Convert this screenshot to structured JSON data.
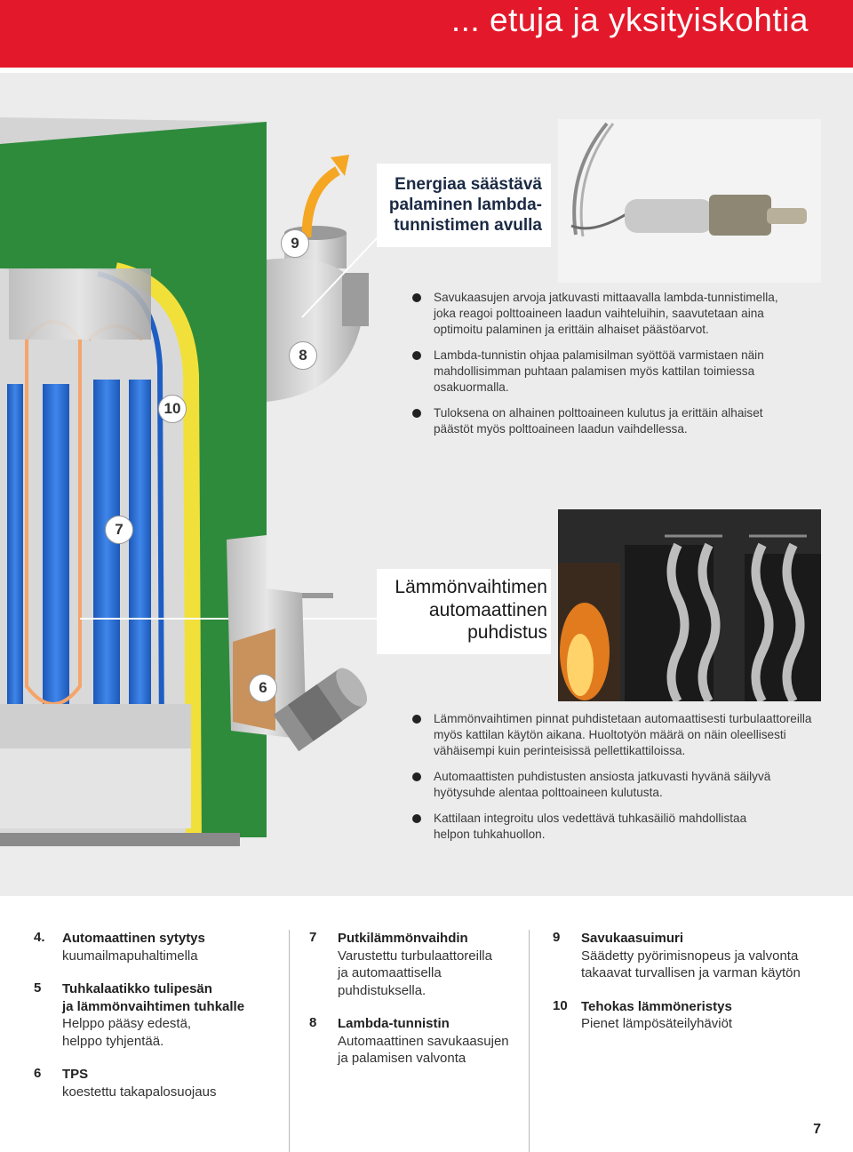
{
  "header": {
    "title": "... etuja ja yksityiskohtia"
  },
  "markers": {
    "m9": "9",
    "m8": "8",
    "m10": "10",
    "m7": "7",
    "m6": "6"
  },
  "section1": {
    "title_lines": [
      "Energiaa säästävä",
      "palaminen lambda-",
      "tunnistimen avulla"
    ],
    "bullets": [
      [
        "Savukaasujen arvoja jatkuvasti mittaavalla lambda-tunnistimella,",
        "joka reagoi polttoaineen laadun vaihteluihin, saavutetaan aina",
        "optimoitu palaminen ja erittäin alhaiset päästöarvot."
      ],
      [
        "Lambda-tunnistin ohjaa palamisilman syöttöä varmistaen näin",
        "mahdollisimman puhtaan palamisen myös kattilan toimiessa",
        "osakuormalla."
      ],
      [
        "Tuloksena on alhainen polttoaineen kulutus ja erittäin alhaiset",
        "päästöt myös polttoaineen laadun vaihdellessa."
      ]
    ]
  },
  "section2": {
    "title_lines": [
      "Lämmönvaihtimen",
      "automaattinen",
      "puhdistus"
    ],
    "bullets": [
      [
        "Lämmönvaihtimen pinnat puhdistetaan automaattisesti turbulaattoreilla",
        "myös kattilan käytön aikana.  Huoltotyön määrä on näin oleellisesti",
        "vähäisempi kuin perinteisissä pellettikattiloissa."
      ],
      [
        "Automaattisten puhdistusten ansiosta jatkuvasti hyvänä säilyvä",
        "hyötysuhde alentaa polttoaineen kulutusta."
      ],
      [
        "Kattilaan integroitu ulos vedettävä tuhkasäiliö mahdollistaa",
        "helpon tuhkahuollon."
      ]
    ]
  },
  "legend": {
    "col1": [
      {
        "num": "4.",
        "title": "Automaattinen sytytys",
        "lines": [
          "kuumailmapuhaltimella"
        ]
      },
      {
        "num": "5",
        "title": [
          "Tuhkalaatikko tulipesän",
          "ja lämmönvaihtimen tuhkalle"
        ],
        "lines": [
          "Helppo pääsy edestä,",
          "helppo tyhjentää."
        ]
      },
      {
        "num": "6",
        "title": "TPS",
        "lines": [
          "koestettu takapalosuojaus"
        ]
      }
    ],
    "col2": [
      {
        "num": "7",
        "title": "Putkilämmönvaihdin",
        "lines": [
          "Varustettu turbulaattoreilla",
          "ja automaattisella",
          "puhdistuksella."
        ]
      },
      {
        "num": "8",
        "title": "Lambda-tunnistin",
        "lines": [
          "Automaattinen savukaasujen",
          "ja palamisen valvonta"
        ]
      }
    ],
    "col3": [
      {
        "num": "9",
        "title": "Savukaasuimuri",
        "lines": [
          "Säädetty pyörimisnopeus ja valvonta",
          "takaavat turvallisen ja varman käytön"
        ]
      },
      {
        "num": "10",
        "title": "Tehokas lämmöneristys",
        "lines": [
          "Pienet lämpösäteilyhäviöt"
        ]
      }
    ]
  },
  "page_number": "7",
  "colors": {
    "header_red": "#e3192b",
    "boiler_green": "#2e8b3c",
    "insulation_yellow": "#f2e03a",
    "tube_blue": "#2a6fd6",
    "arrow_orange": "#f5a623"
  }
}
